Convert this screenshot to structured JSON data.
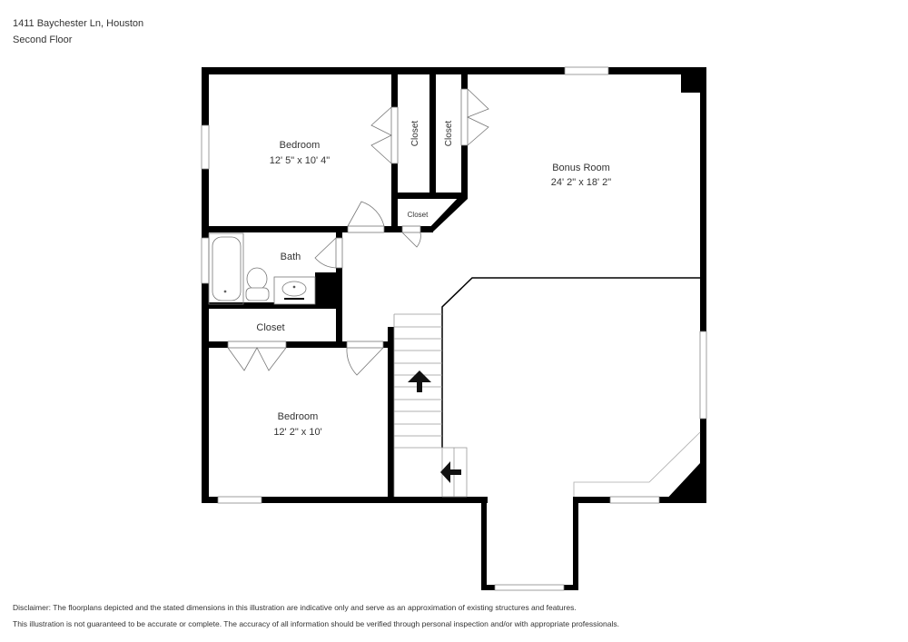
{
  "header": {
    "address": "1411 Baychester Ln, Houston",
    "floor": "Second Floor"
  },
  "rooms": [
    {
      "name": "Bedroom",
      "dims": "12' 5\" x 10' 4\""
    },
    {
      "name": "Closet",
      "dims": ""
    },
    {
      "name": "Closet",
      "dims": ""
    },
    {
      "name": "Closet",
      "dims": ""
    },
    {
      "name": "Bonus Room",
      "dims": "24' 2\" x 18' 2\""
    },
    {
      "name": "Bath",
      "dims": ""
    },
    {
      "name": "Closet",
      "dims": ""
    },
    {
      "name": "Bedroom",
      "dims": "12' 2\" x 10'"
    }
  ],
  "disclaimer": {
    "line1": "Disclaimer: The floorplans depicted and the stated dimensions in this illustration are indicative only and serve as an approximation of existing structures and features.",
    "line2": "This illustration is not guaranteed to be accurate or complete. The accuracy of all information should be verified through personal inspection and/or with appropriate professionals."
  },
  "colors": {
    "wall": "#000000",
    "background": "#ffffff",
    "text": "#333333",
    "window": "#ffffff"
  }
}
